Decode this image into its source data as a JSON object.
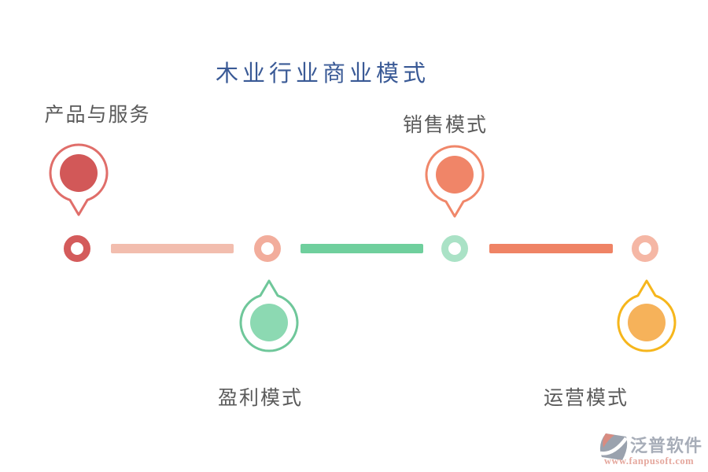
{
  "title": {
    "text": "木业行业商业模式",
    "color": "#3A5A96"
  },
  "ui": {
    "label_color": "#5A5A5A",
    "background": "#FFFFFF"
  },
  "nodes": [
    {
      "id": "product-service",
      "label": "产品与服务",
      "side": "top",
      "pin_outline": "#E06E6A",
      "pin_fill": "#D25858"
    },
    {
      "id": "sales-model",
      "label": "销售模式",
      "side": "top",
      "pin_outline": "#F0876A",
      "pin_fill": "#F08568"
    },
    {
      "id": "profit-model",
      "label": "盈利模式",
      "side": "bottom",
      "pin_outline": "#6FC79A",
      "pin_fill": "#8CD9B2"
    },
    {
      "id": "operation-model",
      "label": "运营模式",
      "side": "bottom",
      "pin_outline": "#F6B61C",
      "pin_fill": "#F6B25A"
    }
  ],
  "timeline": {
    "rings": [
      "#D45B5B",
      "#F2AD9C",
      "#AAE2C6",
      "#F5B7A5"
    ],
    "bars": [
      "#F2BDAE",
      "#6FCF9D",
      "#EF8365"
    ]
  },
  "branding": {
    "name": "泛普软件",
    "url": "www.fanpusoft.com",
    "name_color": "#A7ADB8",
    "url_color": "#E5A79D",
    "icon_color": "#9AA2AE",
    "icon_accent": "#D98B80"
  }
}
